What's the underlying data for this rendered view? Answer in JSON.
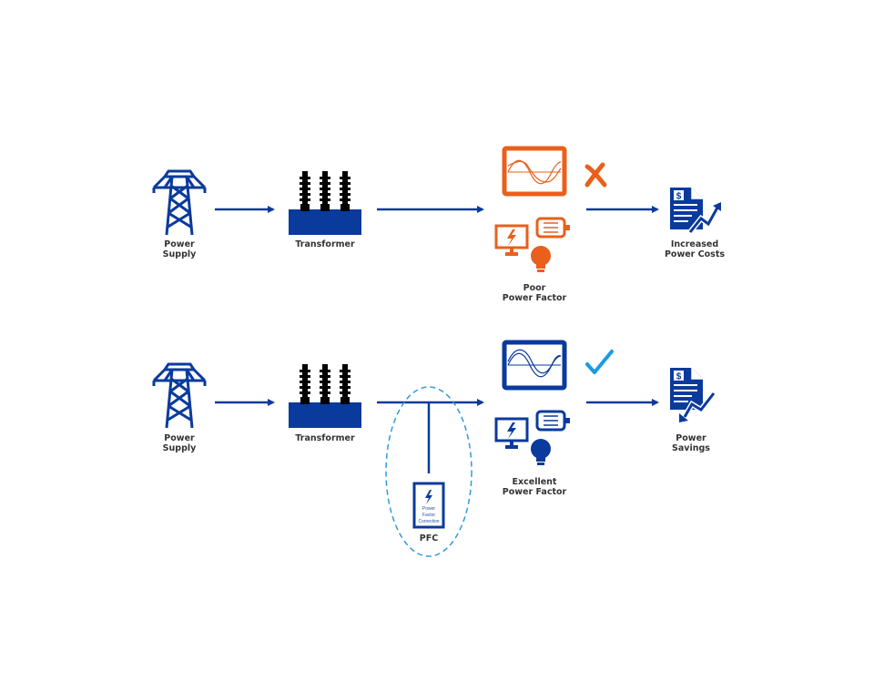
{
  "colors": {
    "primary": "#0a3a9c",
    "poor": "#e8601c",
    "check": "#1a9be0",
    "ellipse": "#2f9be0",
    "text": "#333333"
  },
  "rows": [
    {
      "id": "poor",
      "supply_label": "Power\nSupply",
      "transformer_label": "Transformer",
      "load_label": "Poor\nPower Factor",
      "status_icon": "x-icon",
      "result_label": "Increased\nPower Costs",
      "result_icon": "invoice-trend-up-icon"
    },
    {
      "id": "excellent",
      "supply_label": "Power\nSupply",
      "transformer_label": "Transformer",
      "load_label": "Excellent\nPower Factor",
      "status_icon": "checkmark-icon",
      "result_label": "Power\nSavings",
      "result_icon": "invoice-trend-down-icon"
    }
  ],
  "pfc": {
    "device_text": [
      "Power",
      "Factor",
      "Correction"
    ],
    "label": "PFC"
  }
}
